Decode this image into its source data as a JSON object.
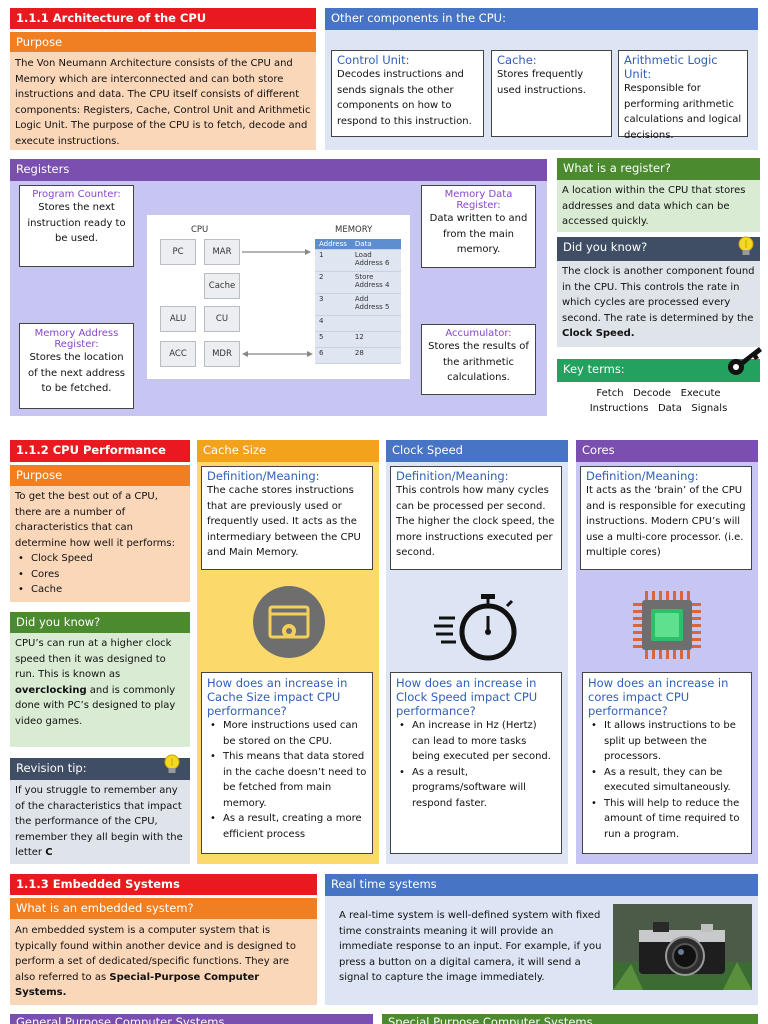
{
  "s111": {
    "title": "1.1.1 Architecture of the CPU",
    "purpose_header": "Purpose",
    "purpose_text": "The Von Neumann Architecture consists of the CPU and Memory which are interconnected and can both store instructions and data. The CPU itself consists of different components: Registers, Cache, Control Unit and Arithmetic Logic Unit. The purpose of the CPU is to fetch, decode and execute instructions.",
    "other_header": "Other components in the CPU:",
    "components": [
      {
        "title": "Control Unit:",
        "text": "Decodes instructions and sends signals the other components on how to respond to this instruction."
      },
      {
        "title": "Cache:",
        "text": "Stores frequently used instructions."
      },
      {
        "title": "Arithmetic Logic Unit:",
        "text": "Responsible for performing arithmetic calculations and logical decisions."
      }
    ],
    "registers_header": "Registers",
    "registers": {
      "pc": {
        "title": "Program Counter:",
        "text": "Stores the next instruction ready to be used."
      },
      "mar": {
        "title": "Memory Address Register:",
        "text": "Stores the location of the next address to be fetched."
      },
      "mdr": {
        "title": "Memory Data Register:",
        "text": "Data written to and from the main memory."
      },
      "acc": {
        "title": "Accumulator:",
        "text": "Stores the results of the arithmetic calculations."
      }
    },
    "diagram": {
      "cpu_label": "CPU",
      "memory_label": "MEMORY",
      "cells": {
        "pc": "PC",
        "mar": "MAR",
        "cache": "Cache",
        "alu": "ALU",
        "cu": "CU",
        "acc": "ACC",
        "mdr": "MDR"
      },
      "table_headers": [
        "Address",
        "Data"
      ],
      "table_rows": [
        [
          "1",
          "Load Address 6"
        ],
        [
          "2",
          "Store Address 4"
        ],
        [
          "3",
          "Add Address 5"
        ],
        [
          "4",
          ""
        ],
        [
          "5",
          "12"
        ],
        [
          "6",
          "28"
        ]
      ]
    },
    "what_register_header": "What is a register?",
    "what_register_text": "A location within the CPU that stores addresses and data which can be accessed quickly.",
    "dyk_header": "Did you know?",
    "dyk_text": "The clock is another component found in the CPU. This controls the rate in which cycles are processed every second. The rate is determined by the ",
    "dyk_bold": "Clock Speed.",
    "key_terms_header": "Key terms:",
    "key_terms_line1": "Fetch   Decode   Execute",
    "key_terms_line2": "Instructions   Data   Signals"
  },
  "s112": {
    "title": "1.1.2 CPU Performance",
    "purpose_header": "Purpose",
    "purpose_text": "To get the best out of a CPU, there are a number of characteristics that can determine how well it performs:",
    "purpose_list": [
      "Clock Speed",
      "Cores",
      "Cache"
    ],
    "dyk_header": "Did you know?",
    "dyk_text_a": "CPU’s can run at a higher clock speed then it was designed to run. This is known as ",
    "dyk_bold": "overclocking",
    "dyk_text_b": " and is commonly done with PC’s designed to play video games.",
    "tip_header": "Revision tip:",
    "tip_text": "If you struggle to remember any of the characteristics that impact the performance of the CPU, remember they all begin with the letter ",
    "tip_bold": "C",
    "cache": {
      "header": "Cache Size",
      "def_title": "Definition/Meaning:",
      "def_text": "The cache stores instructions that are previously used or frequently used. It acts as the intermediary between the CPU and Main Memory.",
      "q_title": "How does an increase in Cache Size impact CPU performance?",
      "points": [
        "More instructions used can be stored on the CPU.",
        "This means that data stored in the cache doesn’t need to be fetched from main memory.",
        "As a result, creating a more efficient process"
      ]
    },
    "clock": {
      "header": "Clock Speed",
      "def_title": "Definition/Meaning:",
      "def_text": "This controls how many cycles can be processed per second. The higher the clock speed, the more instructions executed per second.",
      "q_title": "How does an increase in Clock Speed impact CPU performance?",
      "points": [
        "An increase in Hz (Hertz) can lead to more tasks being executed per second.",
        "As a result, programs/software will respond faster."
      ]
    },
    "cores": {
      "header": "Cores",
      "def_title": "Definition/Meaning:",
      "def_text": "It acts as the ‘brain’ of the CPU and is responsible for executing instructions. Modern CPU’s will use a multi-core processor. (i.e. multiple cores)",
      "q_title": "How does an increase in cores impact CPU performance?",
      "points": [
        "It allows instructions to be split up between the processors.",
        "As a result, they can be executed simultaneously.",
        "This will help to reduce the amount of time required to run a program."
      ]
    }
  },
  "s113": {
    "title": "1.1.3 Embedded Systems",
    "what_header": "What is an embedded system?",
    "what_text": "An embedded system is a computer system that is typically found within another device and is designed to perform a set of dedicated/specific functions. They are also referred to as ",
    "what_bold": "Special-Purpose Computer Systems.",
    "rt_header": "Real time systems",
    "rt_text": "A real-time system is well-defined system with fixed time constraints meaning it will provide an immediate response to an input. For example, if you press a button on a digital camera, it will send a signal to capture the image immediately.",
    "gp_header": "General Purpose Computer Systems",
    "sp_header": "Special Purpose Computer Systems"
  },
  "colors": {
    "red": "#e8191f",
    "orange": "#ef7f22",
    "blue": "#4774c4",
    "purple": "#7a4fb0",
    "green": "#4b8a2e"
  }
}
